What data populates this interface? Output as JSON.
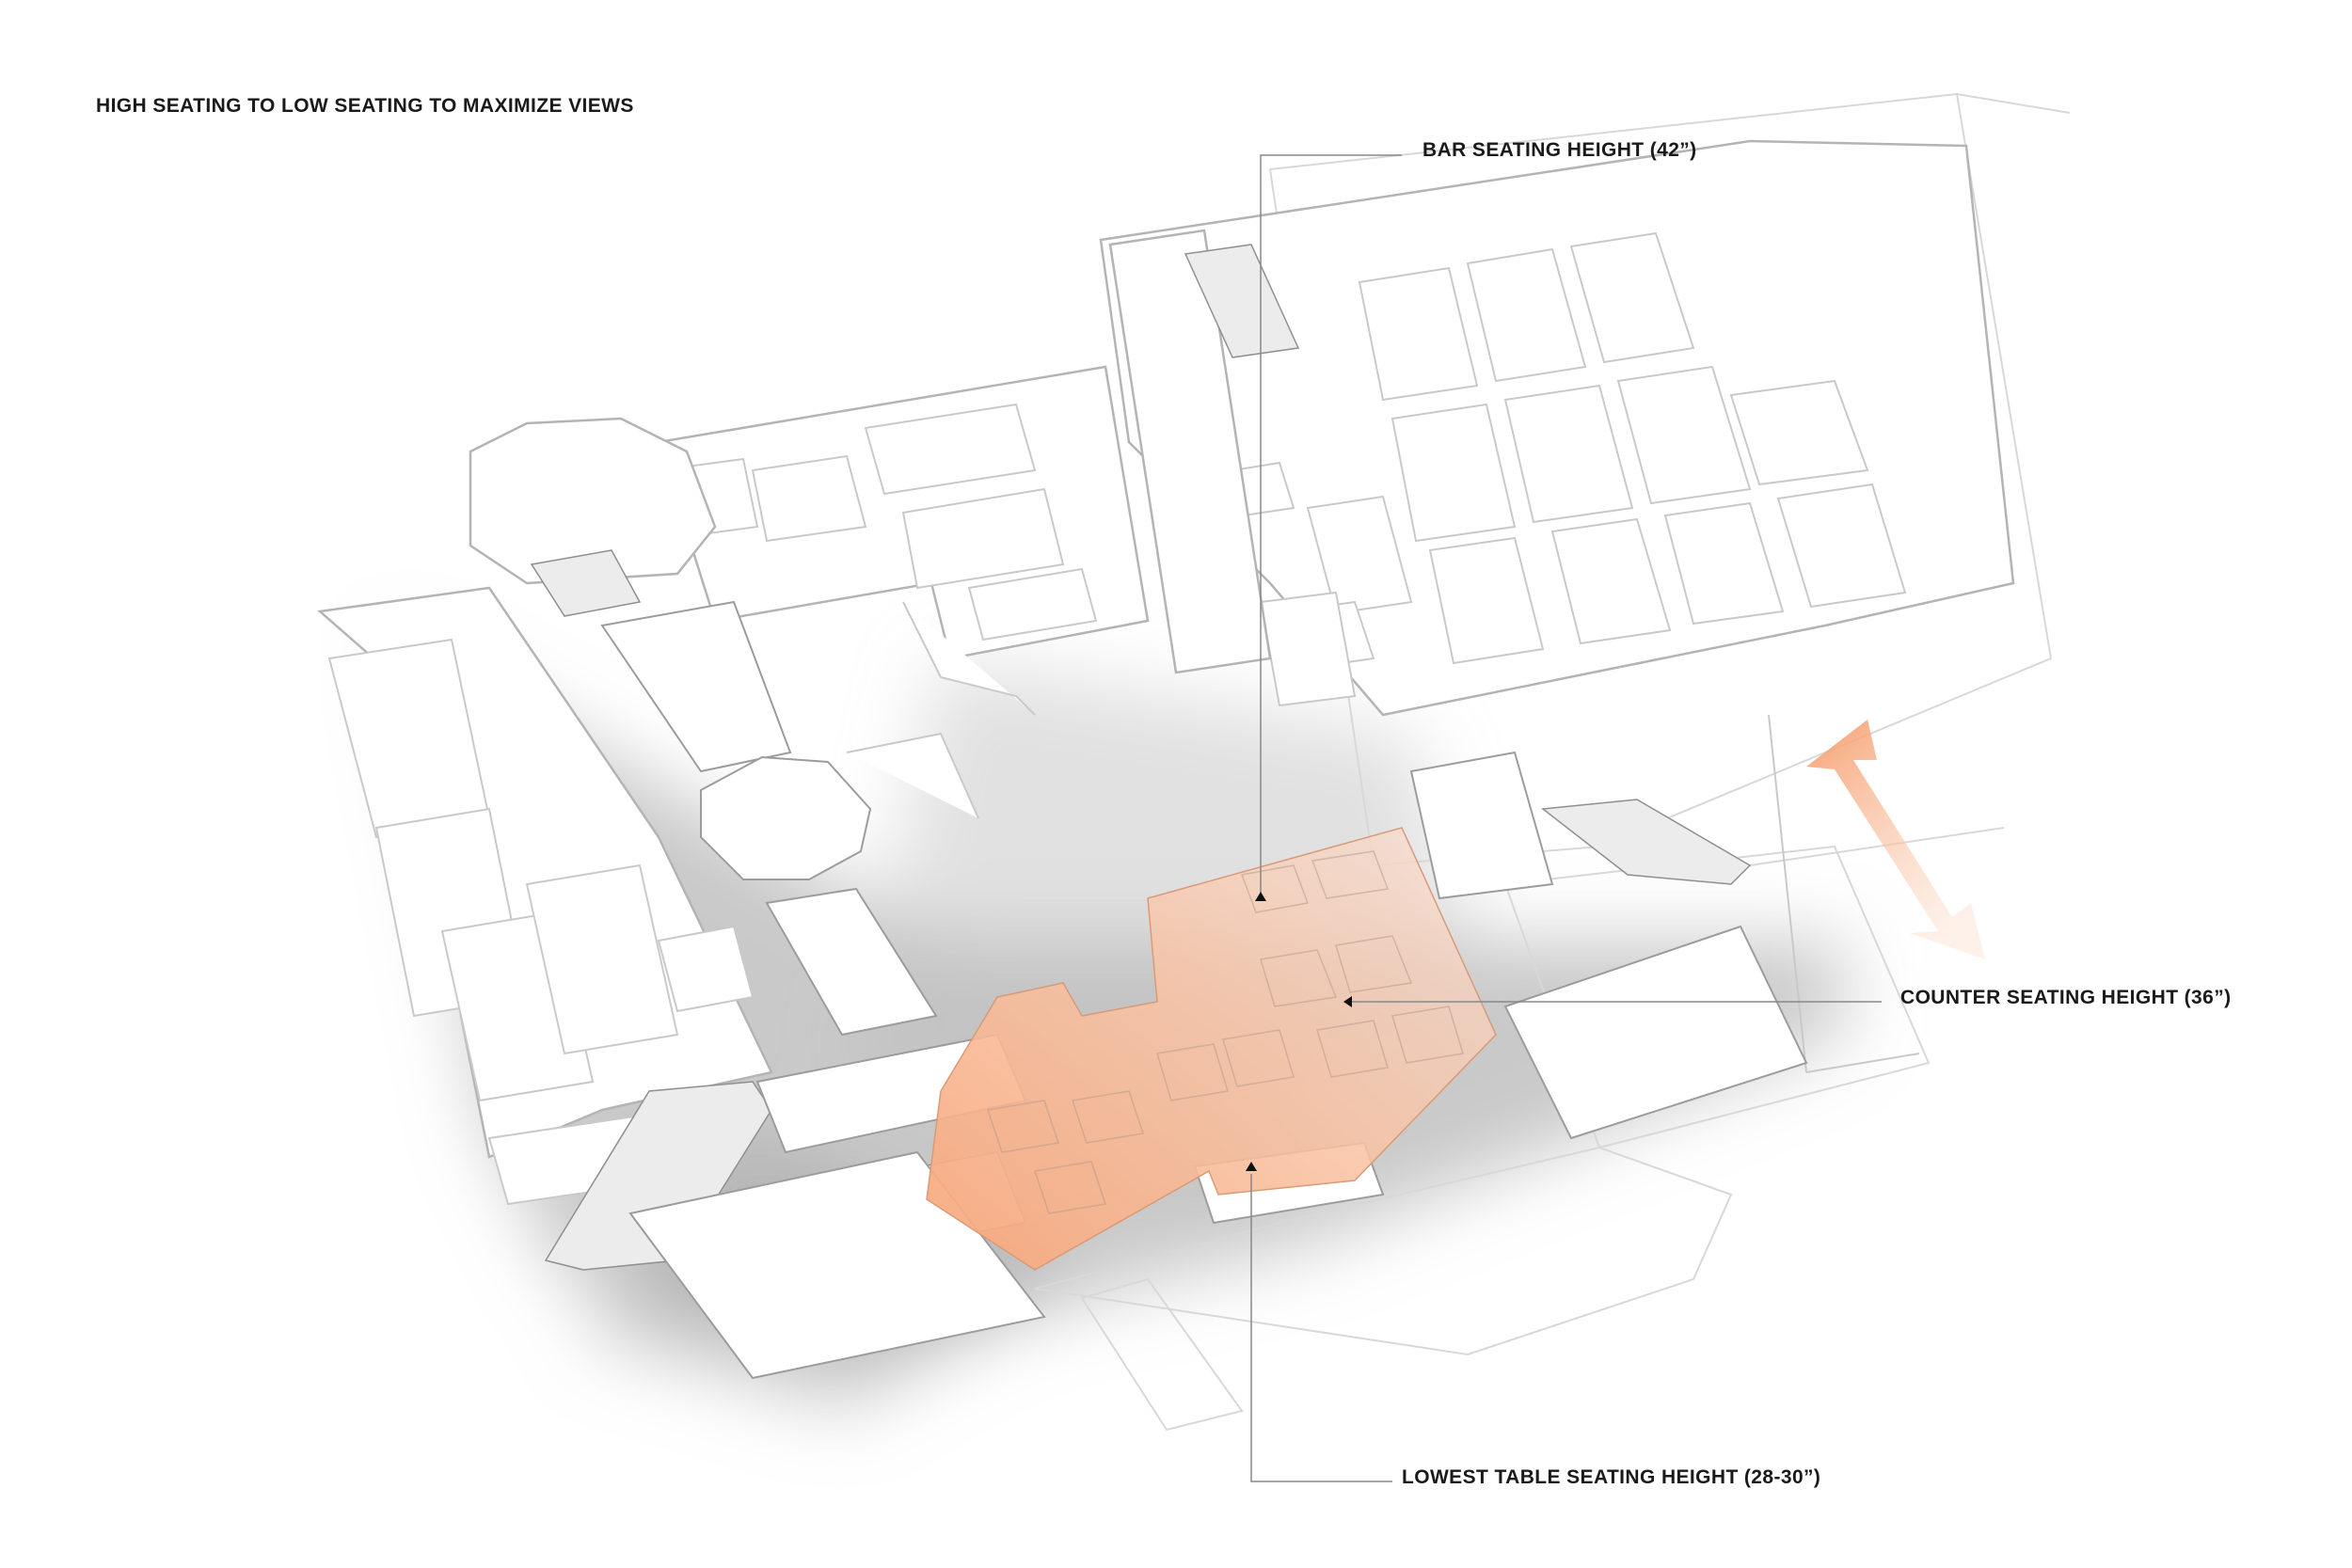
{
  "title": "HIGH SEATING TO LOW SEATING TO MAXIMIZE VIEWS",
  "callouts": {
    "bar": "BAR SEATING HEIGHT (42”)",
    "counter": "COUNTER SEATING HEIGHT (36”)",
    "lowest": "LOWEST TABLE SEATING HEIGHT (28-30”)"
  },
  "colors": {
    "seating_zone": "#f7a77b",
    "arrow": "#f7a77b",
    "linework": "#c9c9c9",
    "text": "#1a1a1a"
  },
  "icons": {
    "direction_arrow": "double-headed-arrow-icon",
    "leader_pointer": "triangle-pointer-icon"
  }
}
